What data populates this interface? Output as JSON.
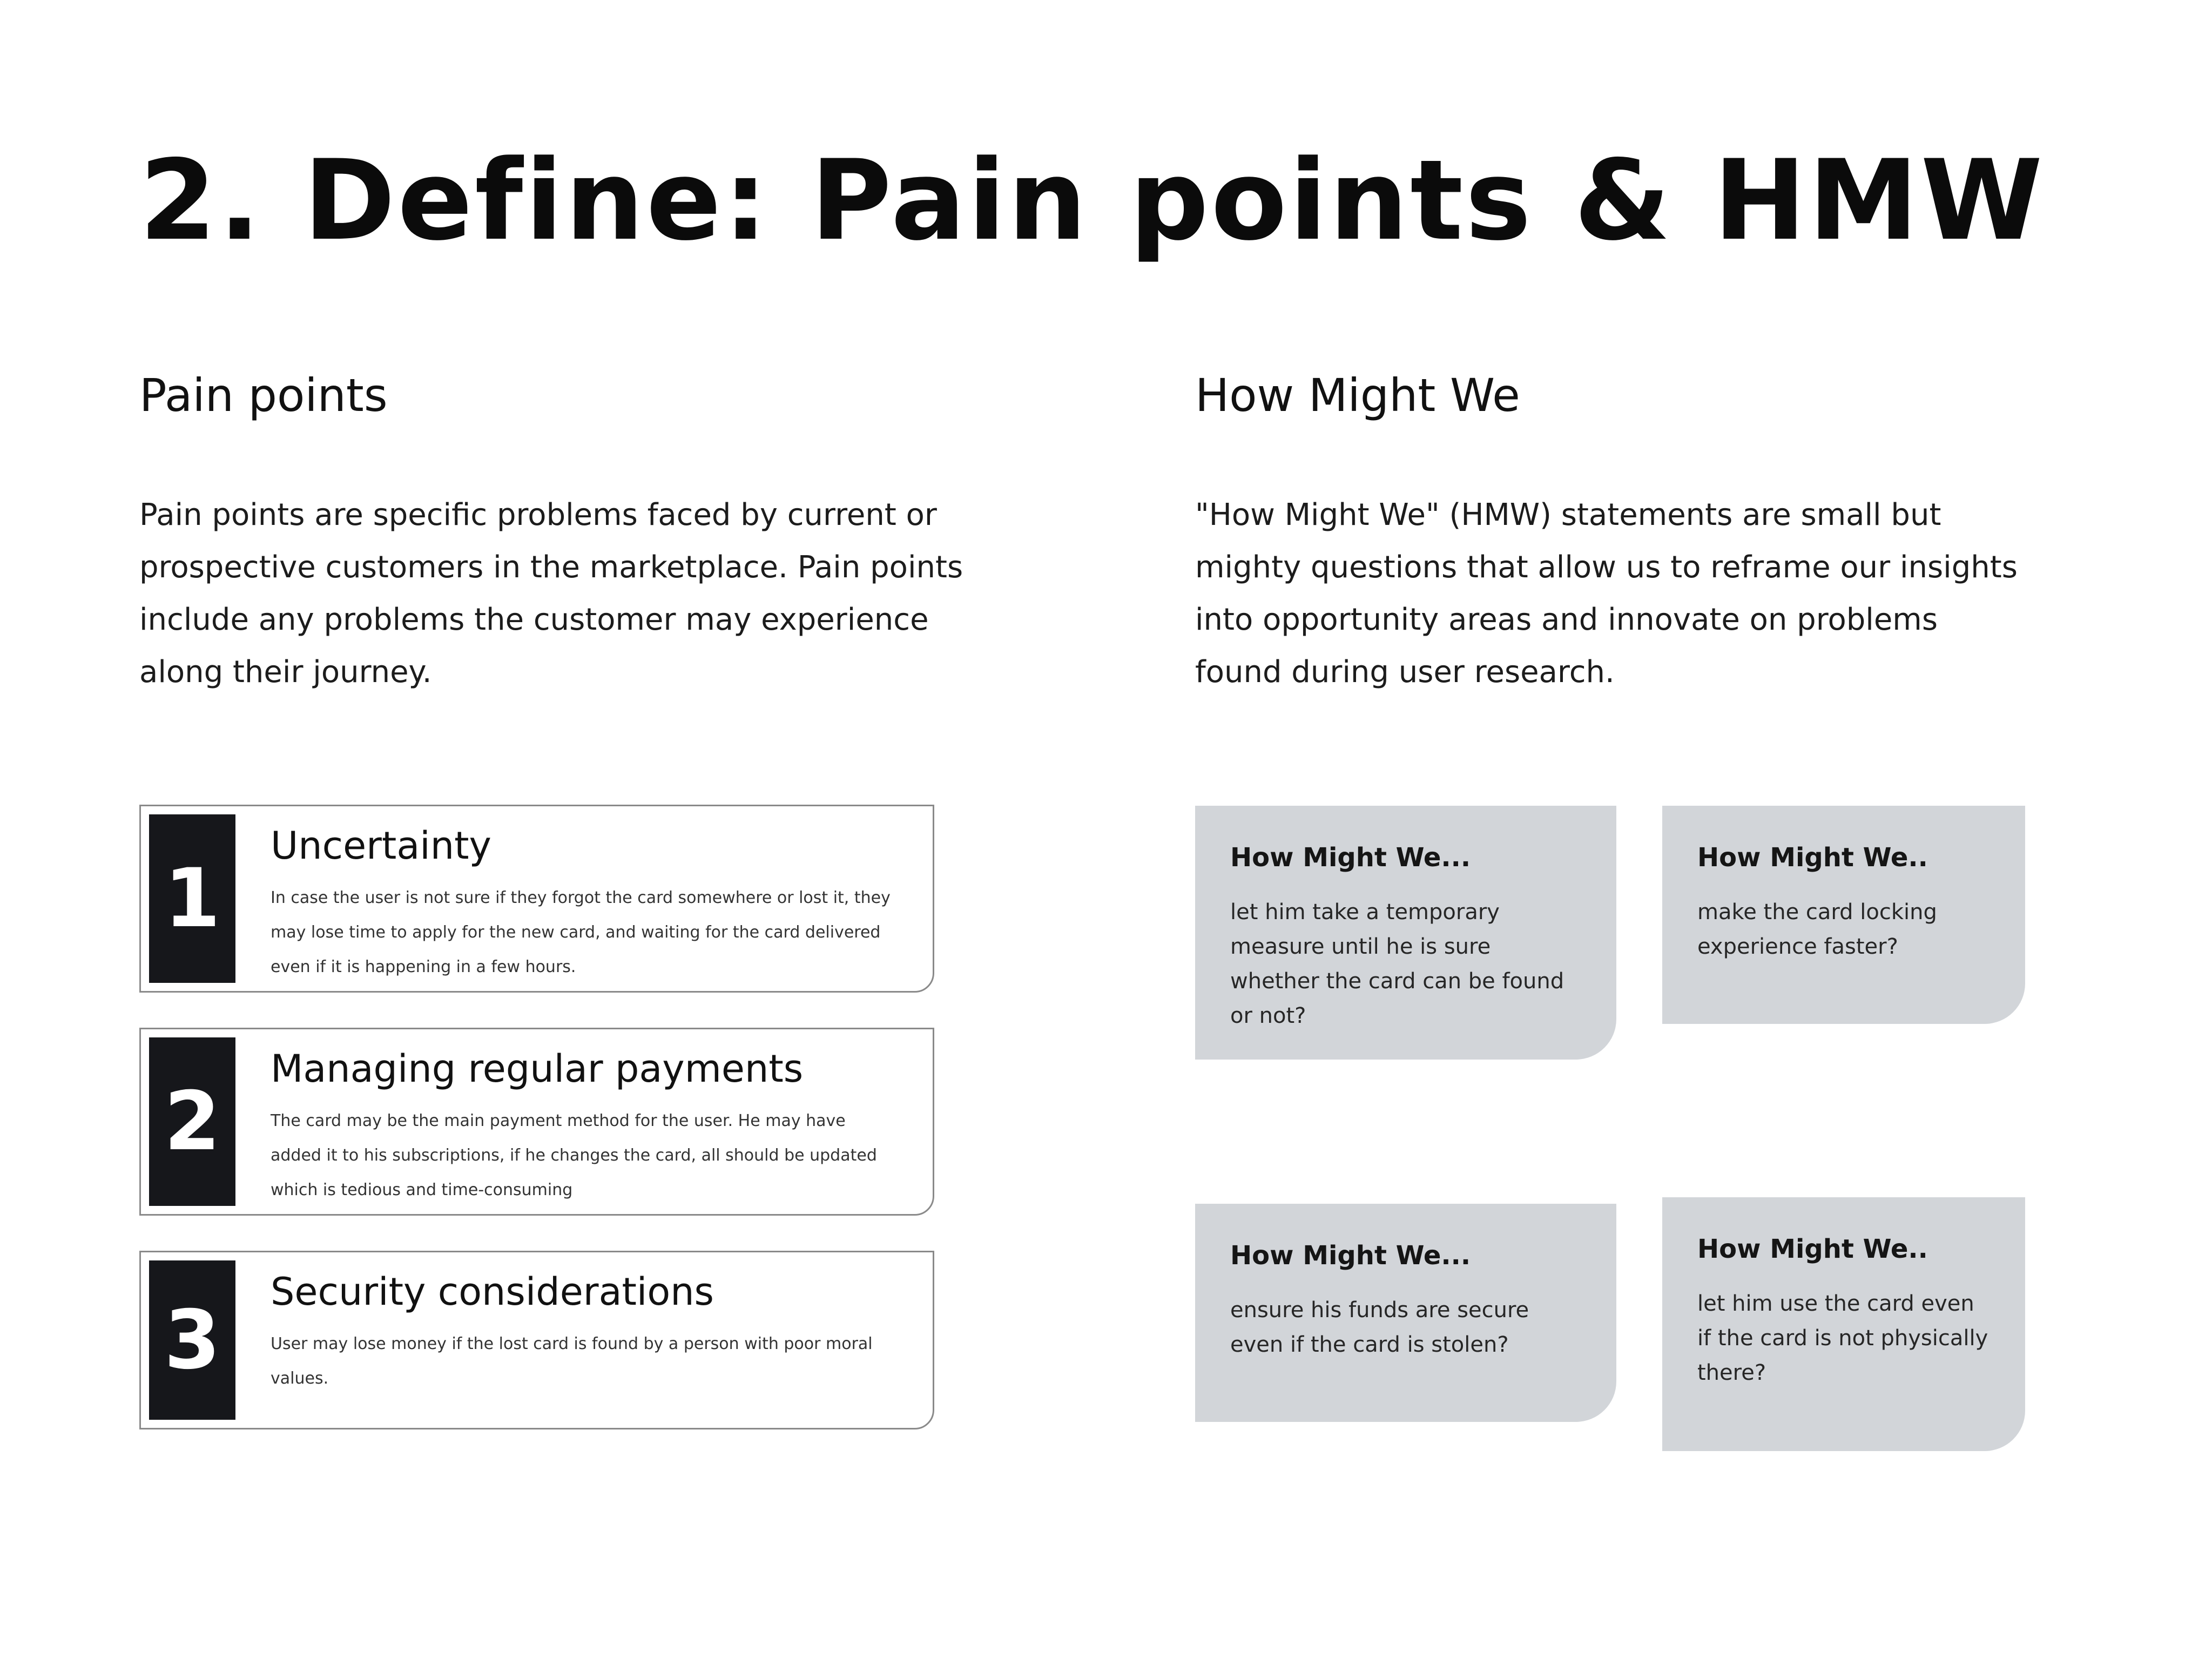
{
  "title": "2. Define: Pain points & HMW",
  "pain_points": {
    "heading": "Pain points",
    "intro": "Pain points are specific problems faced by current or prospective customers in the marketplace. Pain points include any problems the customer may experience along their journey.",
    "items": [
      {
        "number": "1",
        "title": "Uncertainty",
        "description": "In case the user is not sure if they forgot the card somewhere or lost it, they may lose time to apply for the new card, and waiting for the card delivered even if it is happening in a few hours."
      },
      {
        "number": "2",
        "title": "Managing regular payments",
        "description": "The card may be the main payment method for the user. He may have added it to his subscriptions, if he changes the card, all should be updated which is tedious and time-consuming"
      },
      {
        "number": "3",
        "title": "Security considerations",
        "description": "User may lose money if the lost card is found by a person with poor moral values."
      }
    ]
  },
  "hmw": {
    "heading": "How Might We",
    "intro": "\"How Might We\" (HMW) statements are small but mighty questions that allow us to reframe our insights into opportunity areas and innovate on problems found during user research.",
    "cards": [
      {
        "label": "How Might We...",
        "text": "let him take a temporary measure until he is sure whether the card can be found or not?"
      },
      {
        "label": "How Might We..",
        "text": "make the card locking experience faster?"
      },
      {
        "label": "How Might We...",
        "text": "ensure his funds are secure even if the card is stolen?"
      },
      {
        "label": "How Might We..",
        "text": "let him use the card even if the card is not physically there?"
      }
    ]
  }
}
